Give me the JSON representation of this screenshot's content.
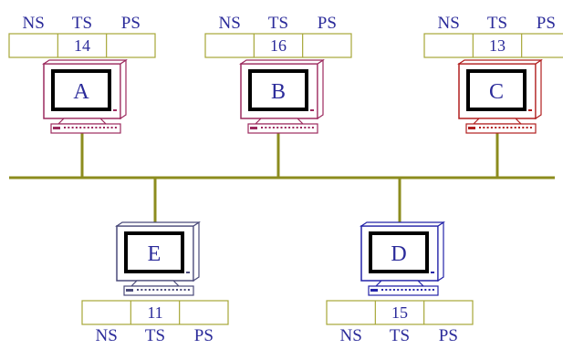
{
  "header_labels": {
    "ns": "NS",
    "ts": "TS",
    "ps": "PS"
  },
  "colors": {
    "bus": "#8c8c1e",
    "table_border": "#a7a737",
    "text": "#2b2b9a"
  },
  "nodes": [
    {
      "id": "A",
      "label": "A",
      "ts": "14",
      "color": "#9c2a5e",
      "screen_color": "#ffffff"
    },
    {
      "id": "B",
      "label": "B",
      "ts": "16",
      "color": "#9c2a5e",
      "screen_color": "#ffffff"
    },
    {
      "id": "C",
      "label": "C",
      "ts": "13",
      "color": "#b11e1e",
      "screen_color": "#ffffff"
    },
    {
      "id": "E",
      "label": "E",
      "ts": "11",
      "color": "#4a4a7a",
      "screen_color": "#ffffff"
    },
    {
      "id": "D",
      "label": "D",
      "ts": "15",
      "color": "#2323a8",
      "screen_color": "#ffffff"
    }
  ]
}
